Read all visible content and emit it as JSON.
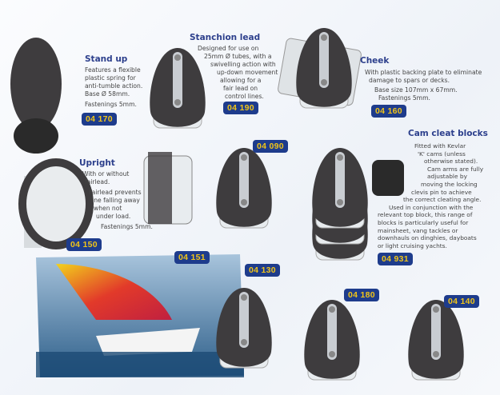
{
  "products": [
    {
      "id": "stand_up",
      "title": "Stand up",
      "lines": [
        "Features a flexible",
        "plastic spring for",
        "anti-tumble action.",
        "Base Ø 58mm.",
        "Fastenings 5mm."
      ],
      "code": "04 170"
    },
    {
      "id": "stanchion",
      "title": "Stanchion lead",
      "lines": [
        "Designed for use on",
        "25mm Ø tubes, with a",
        "swivelling action with",
        "up-down movement",
        "allowing for a",
        "fair lead on",
        "control lines."
      ],
      "code": "04 190"
    },
    {
      "id": "cheek",
      "title": "Cheek",
      "lines": [
        "With plastic backing plate to eliminate",
        "damage to spars or decks.",
        "Base size 107mm x 67mm.",
        "Fastenings 5mm."
      ],
      "code": "04 160"
    },
    {
      "id": "upright",
      "title": "Upright",
      "lines": [
        "With or without",
        "fairlead.",
        "Fairlead prevents",
        "line falling away",
        "when not",
        "under load.",
        "Fastenings 5mm."
      ],
      "code": "04 150"
    },
    {
      "id": "cam_cleat",
      "title": "Cam cleat blocks",
      "lines": [
        "Fitted with Kevlar",
        "'K' cams (unless",
        "otherwise stated).",
        "Cam arms are fully",
        "adjustable by",
        "moving the locking",
        "clevis pin to achieve",
        "the correct cleating angle.",
        "Used in conjunction with the",
        "relevant top block, this range of",
        "blocks is particularly useful for",
        "mainsheet, vang tackles or",
        "downhauls on dinghies, dayboats",
        "or light cruising yachts."
      ],
      "code": "04 931"
    }
  ],
  "codes": {
    "c151": "04 151",
    "c090": "04 090",
    "c130": "04 130",
    "c180": "04 180",
    "c140": "04 140"
  },
  "colors": {
    "title": "#2c3f8c",
    "badge_bg": "#1e3c8c",
    "badge_text": "#f0c419"
  }
}
